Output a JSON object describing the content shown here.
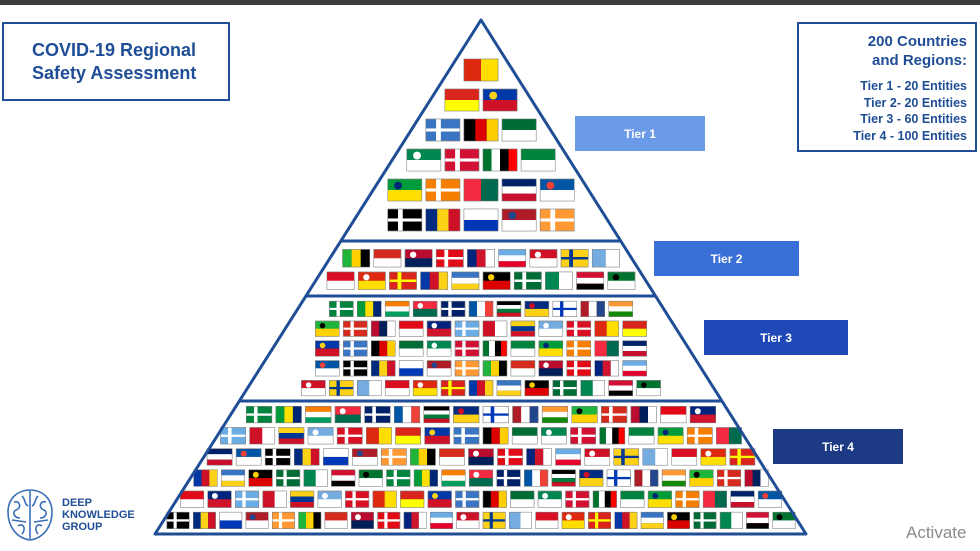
{
  "title": {
    "line1": "COVID-19 Regional",
    "line2": "Safety Assessment"
  },
  "info": {
    "heading_line1": "200 Countries",
    "heading_line2": "and Regions:",
    "tiers": [
      "Tier 1 - 20 Entities",
      "Tier 2- 20 Entities",
      "Tier 3 - 60 Entities",
      "Tier 4 - 100 Entities"
    ]
  },
  "tiers": [
    {
      "label": "Tier 1",
      "color": "#6b9ae8"
    },
    {
      "label": "Tier 2",
      "color": "#3b6fd8"
    },
    {
      "label": "Tier 3",
      "color": "#2049b8"
    },
    {
      "label": "Tier 4",
      "color": "#1c3b84"
    }
  ],
  "pyramid": {
    "outline_color": "#1f4e96",
    "tier_rows": [
      [
        1,
        2,
        3,
        4,
        5,
        5
      ],
      [
        9,
        10
      ],
      [
        11,
        12,
        12,
        12,
        13
      ],
      [
        16,
        18,
        19,
        21,
        22,
        24
      ]
    ]
  },
  "logo": {
    "line1": "DEEP",
    "line2": "KNOWLEDGE",
    "line3": "GROUP"
  },
  "watermark": "Activate"
}
